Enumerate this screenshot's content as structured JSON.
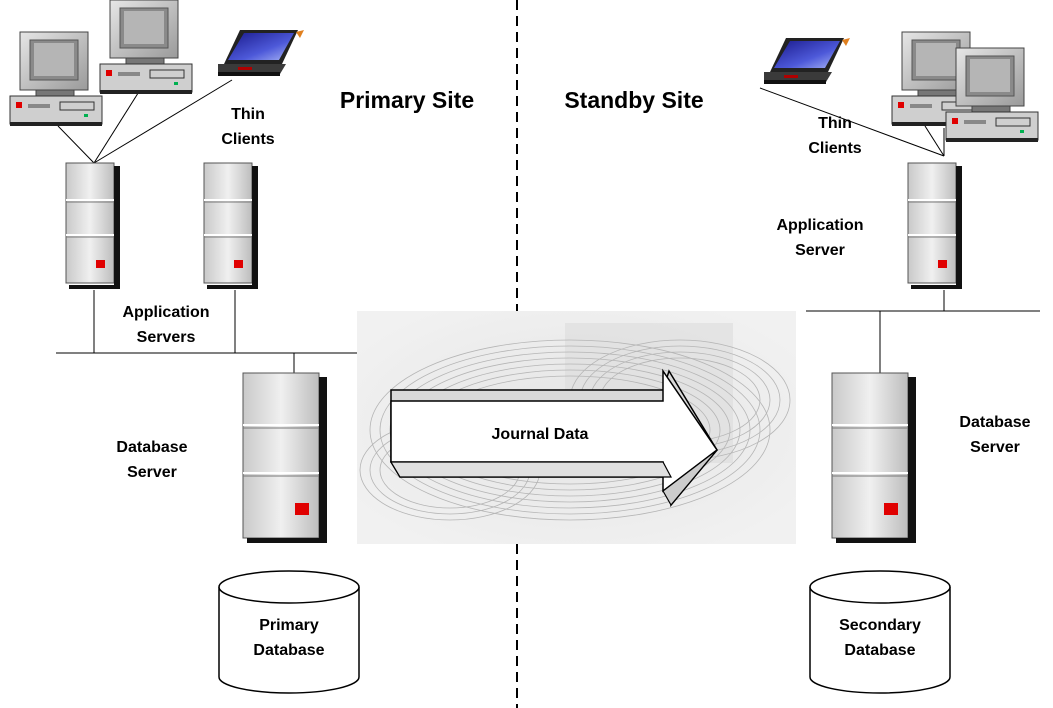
{
  "primary_site": {
    "title": "Primary Site",
    "thin_clients": [
      "Thin",
      "Clients"
    ],
    "app_servers": [
      "Application",
      "Servers"
    ],
    "db_server": [
      "Database",
      "Server"
    ],
    "database": [
      "Primary",
      "Database"
    ]
  },
  "standby_site": {
    "title": "Standby Site",
    "thin_clients": [
      "Thin",
      "Clients"
    ],
    "app_server": [
      "Application",
      "Server"
    ],
    "db_server": [
      "Database",
      "Server"
    ],
    "database": [
      "Secondary",
      "Database"
    ]
  },
  "transfer": {
    "label": "Journal  Data"
  }
}
